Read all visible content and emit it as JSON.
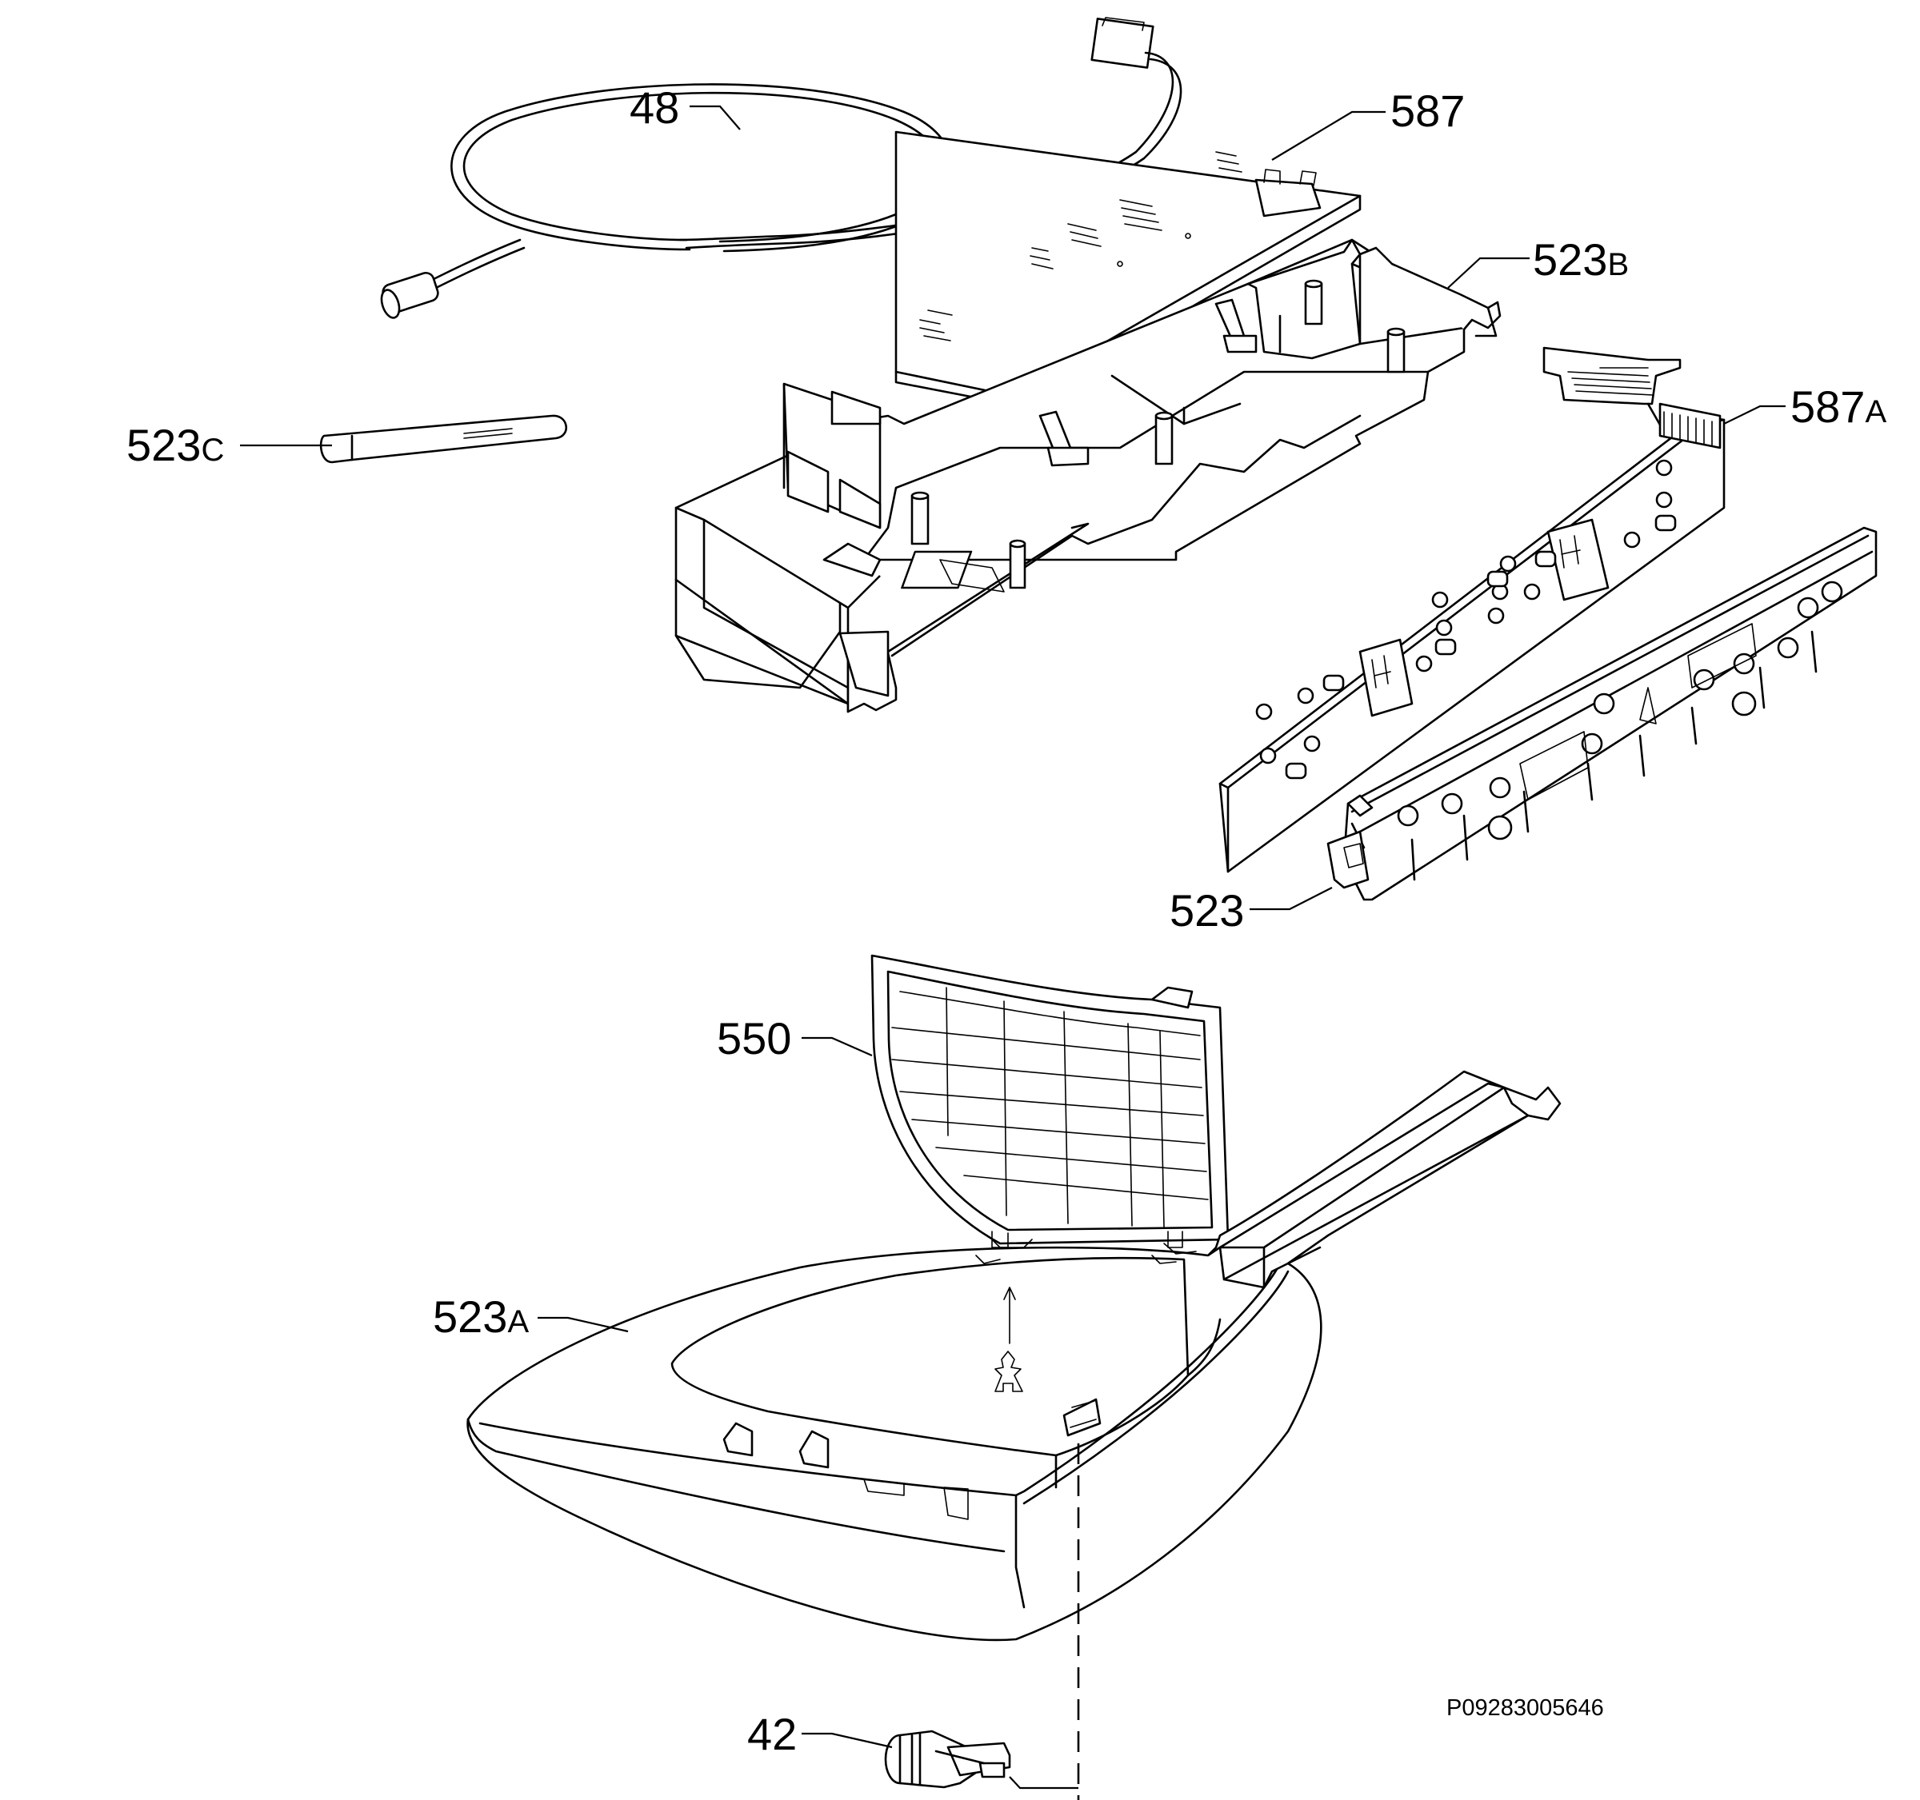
{
  "diagram": {
    "reference_code": "P09283005646",
    "callouts": [
      {
        "id": "48",
        "number": "48",
        "suffix": ""
      },
      {
        "id": "587",
        "number": "587",
        "suffix": ""
      },
      {
        "id": "523b",
        "number": "523",
        "suffix": "B"
      },
      {
        "id": "523c",
        "number": "523",
        "suffix": "C"
      },
      {
        "id": "587a",
        "number": "587",
        "suffix": "A"
      },
      {
        "id": "523",
        "number": "523",
        "suffix": ""
      },
      {
        "id": "550",
        "number": "550",
        "suffix": ""
      },
      {
        "id": "523a",
        "number": "523",
        "suffix": "A"
      },
      {
        "id": "42",
        "number": "42",
        "suffix": ""
      }
    ]
  }
}
